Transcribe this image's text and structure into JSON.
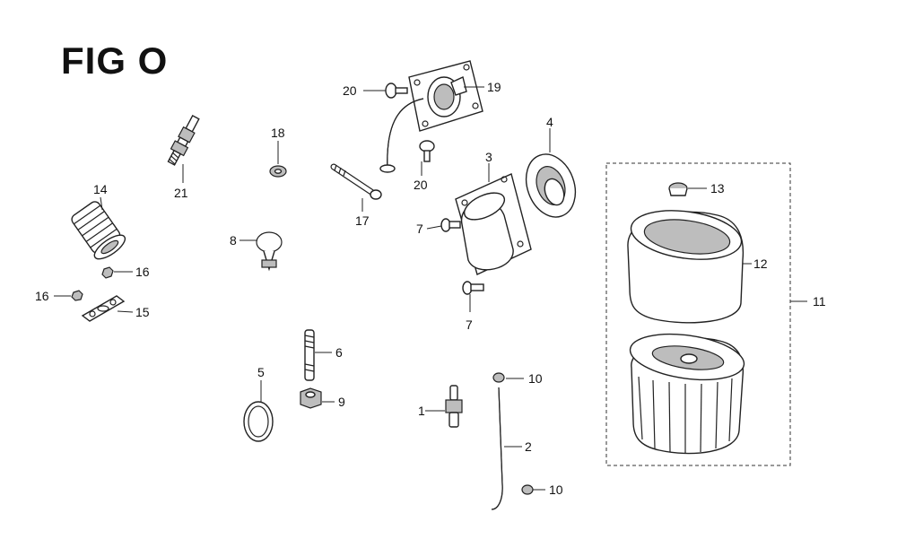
{
  "title": "FIG O",
  "callouts": {
    "c1": "1",
    "c2": "2",
    "c3": "3",
    "c4": "4",
    "c5": "5",
    "c6": "6",
    "c7a": "7",
    "c7b": "7",
    "c8": "8",
    "c9": "9",
    "c10a": "10",
    "c10b": "10",
    "c11": "11",
    "c12": "12",
    "c13": "13",
    "c14": "14",
    "c15": "15",
    "c16a": "16",
    "c16b": "16",
    "c17": "17",
    "c18": "18",
    "c19": "19",
    "c20a": "20",
    "c20b": "20",
    "c21": "21"
  }
}
